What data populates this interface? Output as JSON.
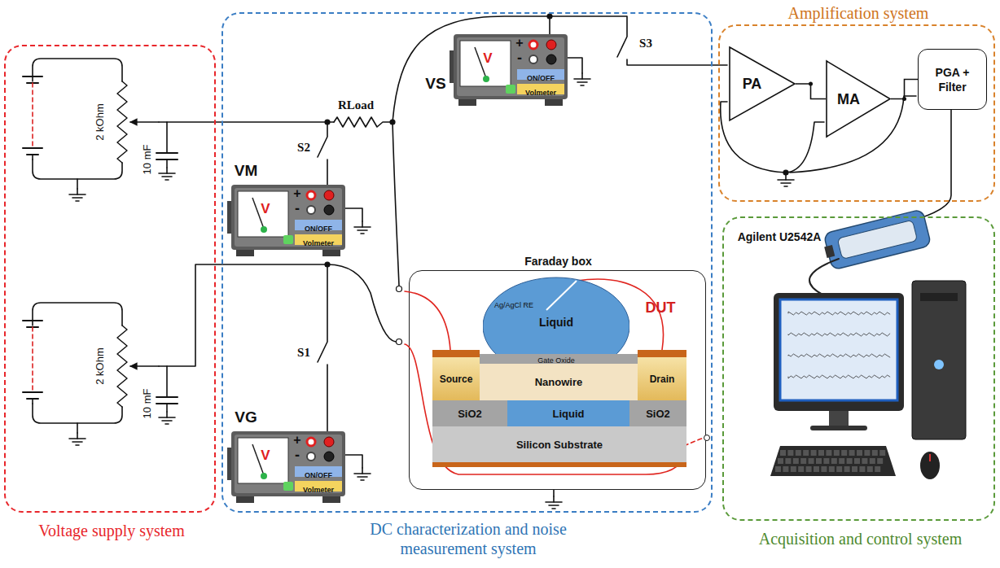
{
  "diagram": {
    "nodes": [
      {
        "text": [
          "Voltage supply system"
        ]
      },
      {
        "text": [
          "DC characterization and noise measurement system"
        ]
      },
      {
        "text": [
          "Amplification system"
        ]
      },
      {
        "text": [
          "Acquisition and control system"
        ]
      },
      {
        "text": [
          "VM",
          "V",
          "+",
          "-",
          "ON/OFF",
          "Volmeter"
        ],
        "in": 1
      },
      {
        "text": [
          "VS",
          "V",
          "+",
          "-",
          "ON/OFF",
          "Volmeter"
        ],
        "in": 1
      },
      {
        "text": [
          "VG",
          "V",
          "+",
          "-",
          "ON/OFF",
          "Volmeter"
        ],
        "in": 1
      },
      {
        "text": [
          "Faraday box"
        ],
        "in": 1
      },
      {
        "text": [
          "Liquid"
        ],
        "in": 7
      },
      {
        "text": [
          "Source"
        ],
        "in": 7
      },
      {
        "text": [
          "Nanowire"
        ],
        "in": 7
      },
      {
        "text": [
          "Drain"
        ],
        "in": 7
      },
      {
        "text": [
          "SiO2"
        ],
        "in": 7
      },
      {
        "text": [
          "Liquid"
        ],
        "in": 7
      },
      {
        "text": [
          "SiO2"
        ],
        "in": 7
      },
      {
        "text": [
          "Silicon Substrate"
        ],
        "in": 7
      },
      {
        "text": [
          "PA"
        ],
        "in": 2
      },
      {
        "text": [
          "MA"
        ],
        "in": 2
      },
      {
        "text": [
          "PGA + Filter"
        ],
        "in": 2
      }
    ],
    "edges": [
      {
        "from": 16,
        "to": 17,
        "arrow": "none"
      },
      {
        "from": 17,
        "to": 18,
        "arrow": "none"
      }
    ],
    "labels": [
      "2 kOhm",
      "10 mF",
      "2 kOhm",
      "10 mF",
      "RLoad",
      "S2",
      "S3",
      "S1",
      "Ag/AgCl RE",
      "Gate Oxide",
      "DUT",
      "Agilent U2542A"
    ]
  }
}
